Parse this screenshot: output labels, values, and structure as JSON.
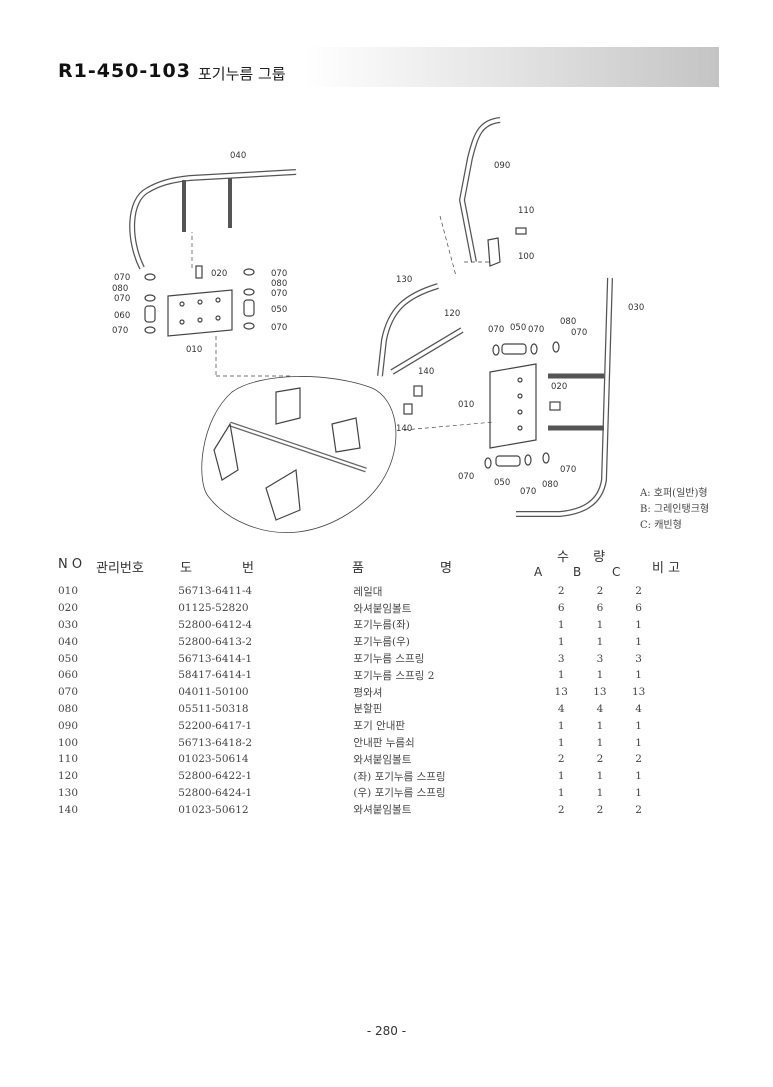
{
  "header": {
    "code": "R1-450-103",
    "title": "포기누름 그룹"
  },
  "diagram": {
    "labels": {
      "l040": "040",
      "l090": "090",
      "l110": "110",
      "l100": "100",
      "l070a": "070",
      "l080a": "080",
      "l070b": "070",
      "l060": "060",
      "l070c": "070",
      "l020a": "020",
      "l070d": "070",
      "l080b": "080",
      "l070e": "070",
      "l050a": "050",
      "l070f": "070",
      "l010a": "010",
      "l130": "130",
      "l120": "120",
      "l140a": "140",
      "l140b": "140",
      "l030": "030",
      "l070g": "070",
      "l050b": "050",
      "l070h": "070",
      "l080c": "080",
      "l070i": "070",
      "l020b": "020",
      "l010b": "010",
      "l070j": "070",
      "l050c": "050",
      "l070k": "070",
      "l080d": "080",
      "l070l": "070"
    }
  },
  "legend": {
    "a": "A: 호퍼(일반)형",
    "b": "B: 그레인탱크형",
    "c": "C: 캐빈형"
  },
  "table": {
    "headers": {
      "no": "N O",
      "mgmt": "관리번호",
      "drawing_1": "도",
      "drawing_2": "번",
      "name_1": "품",
      "name_2": "명",
      "qty": "수 량",
      "qty_a": "A",
      "qty_b": "B",
      "qty_c": "C",
      "remarks": "비  고"
    },
    "rows": [
      {
        "no": "010",
        "part": "56713-6411-4",
        "name": "레일대",
        "a": "2",
        "b": "2",
        "c": "2"
      },
      {
        "no": "020",
        "part": "01125-52820",
        "name": "와셔붙임볼트",
        "a": "6",
        "b": "6",
        "c": "6"
      },
      {
        "no": "030",
        "part": "52800-6412-4",
        "name": "포기누름(좌)",
        "a": "1",
        "b": "1",
        "c": "1"
      },
      {
        "no": "040",
        "part": "52800-6413-2",
        "name": "포기누름(우)",
        "a": "1",
        "b": "1",
        "c": "1"
      },
      {
        "no": "050",
        "part": "56713-6414-1",
        "name": "포기누름 스프링",
        "a": "3",
        "b": "3",
        "c": "3"
      },
      {
        "no": "060",
        "part": "58417-6414-1",
        "name": "포기누름 스프링 2",
        "a": "1",
        "b": "1",
        "c": "1"
      },
      {
        "no": "070",
        "part": "04011-50100",
        "name": "평와셔",
        "a": "13",
        "b": "13",
        "c": "13"
      },
      {
        "no": "080",
        "part": "05511-50318",
        "name": "분할핀",
        "a": "4",
        "b": "4",
        "c": "4"
      },
      {
        "no": "090",
        "part": "52200-6417-1",
        "name": "포기 안내판",
        "a": "1",
        "b": "1",
        "c": "1"
      },
      {
        "no": "100",
        "part": "56713-6418-2",
        "name": "안내판 누름쇠",
        "a": "1",
        "b": "1",
        "c": "1"
      },
      {
        "no": "110",
        "part": "01023-50614",
        "name": "와셔붙임볼트",
        "a": "2",
        "b": "2",
        "c": "2"
      },
      {
        "no": "120",
        "part": "52800-6422-1",
        "name": "(좌) 포기누름 스프링",
        "a": "1",
        "b": "1",
        "c": "1"
      },
      {
        "no": "130",
        "part": "52800-6424-1",
        "name": "(우) 포기누름 스프링",
        "a": "1",
        "b": "1",
        "c": "1"
      },
      {
        "no": "140",
        "part": "01023-50612",
        "name": "와셔붙임볼트",
        "a": "2",
        "b": "2",
        "c": "2"
      }
    ]
  },
  "footer": {
    "page": "- 280 -"
  }
}
